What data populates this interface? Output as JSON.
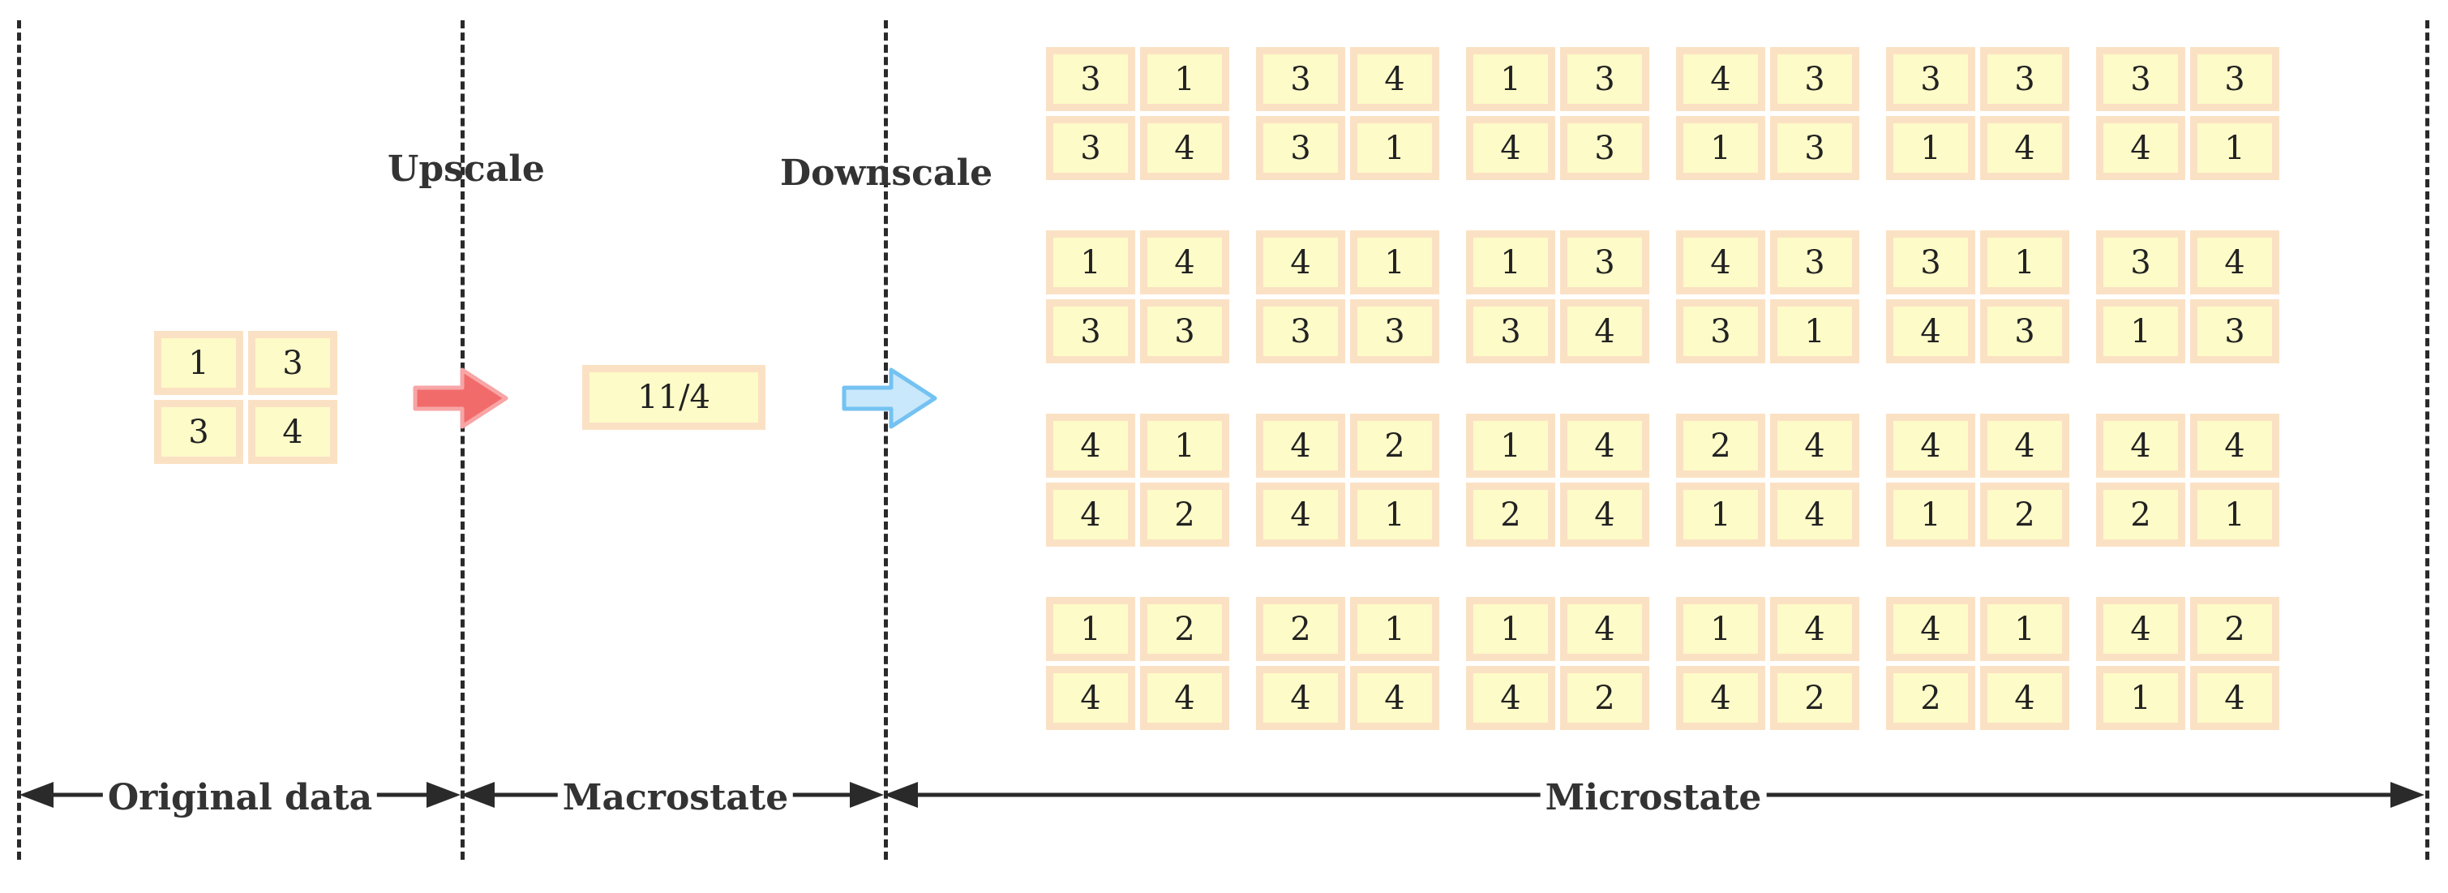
{
  "labels": {
    "upscale": "Upscale",
    "downscale": "Downscale"
  },
  "sections": {
    "original": "Original data",
    "macro": "Macrostate",
    "micro": "Microstate"
  },
  "original_data": [
    1,
    3,
    3,
    4
  ],
  "macrostate": "11/4",
  "microstates": [
    [
      [
        3,
        1,
        3,
        4
      ],
      [
        3,
        4,
        3,
        1
      ],
      [
        1,
        3,
        4,
        3
      ],
      [
        4,
        3,
        1,
        3
      ],
      [
        3,
        3,
        1,
        4
      ],
      [
        3,
        3,
        4,
        1
      ]
    ],
    [
      [
        1,
        4,
        3,
        3
      ],
      [
        4,
        1,
        3,
        3
      ],
      [
        1,
        3,
        3,
        4
      ],
      [
        4,
        3,
        3,
        1
      ],
      [
        3,
        1,
        4,
        3
      ],
      [
        3,
        4,
        1,
        3
      ]
    ],
    [
      [
        4,
        1,
        4,
        2
      ],
      [
        4,
        2,
        4,
        1
      ],
      [
        1,
        4,
        2,
        4
      ],
      [
        2,
        4,
        1,
        4
      ],
      [
        4,
        4,
        1,
        2
      ],
      [
        4,
        4,
        2,
        1
      ]
    ],
    [
      [
        1,
        2,
        4,
        4
      ],
      [
        2,
        1,
        4,
        4
      ],
      [
        1,
        4,
        4,
        2
      ],
      [
        1,
        4,
        4,
        2
      ],
      [
        4,
        1,
        2,
        4
      ],
      [
        4,
        2,
        1,
        4
      ]
    ]
  ],
  "colors": {
    "cell_fill": "#fdfbc8",
    "cell_border": "#fbe1c4",
    "upscale_arrow": "#f26b6b",
    "downscale_arrow": "#74c2f2",
    "line": "#2a2a2a"
  }
}
